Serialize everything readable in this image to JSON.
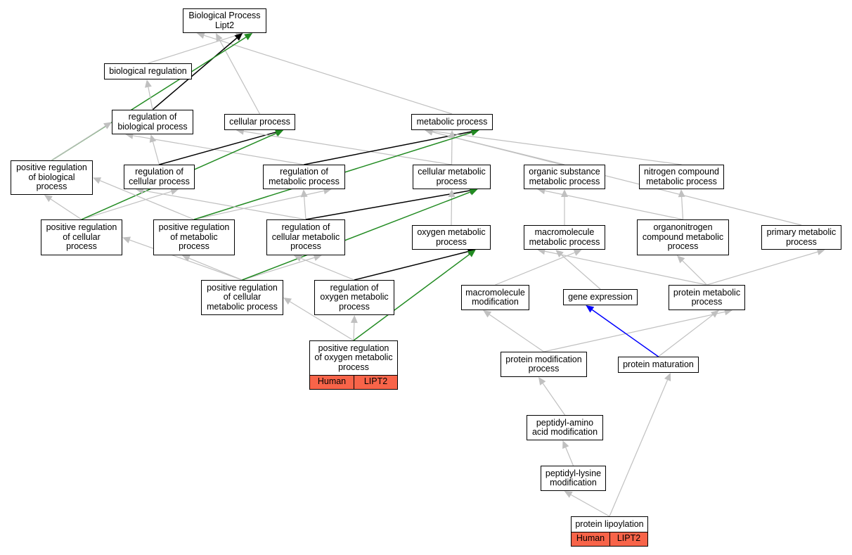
{
  "nodes": {
    "bp": {
      "label": "Biological Process\nLipt2"
    },
    "bioreg": {
      "label": "biological regulation"
    },
    "regbp": {
      "label": "regulation of\nbiological process"
    },
    "cellproc": {
      "label": "cellular process"
    },
    "metproc": {
      "label": "metabolic process"
    },
    "posregbp": {
      "label": "positive regulation\nof biological\nprocess"
    },
    "regcp": {
      "label": "regulation of\ncellular process"
    },
    "regmp": {
      "label": "regulation of\nmetabolic process"
    },
    "cellmp": {
      "label": "cellular metabolic\nprocess"
    },
    "orgsub": {
      "label": "organic substance\nmetabolic process"
    },
    "nitro": {
      "label": "nitrogen compound\nmetabolic process"
    },
    "posregcp": {
      "label": "positive regulation\nof cellular\nprocess"
    },
    "posregmp": {
      "label": "positive regulation\nof metabolic\nprocess"
    },
    "regcmp": {
      "label": "regulation of\ncellular metabolic\nprocess"
    },
    "oxymp": {
      "label": "oxygen metabolic\nprocess"
    },
    "macromp": {
      "label": "macromolecule\nmetabolic process"
    },
    "orgnitro": {
      "label": "organonitrogen\ncompound metabolic\nprocess"
    },
    "primary": {
      "label": "primary metabolic\nprocess"
    },
    "posregcmp": {
      "label": "positive regulation\nof cellular\nmetabolic process"
    },
    "regoxy": {
      "label": "regulation of\noxygen metabolic\nprocess"
    },
    "macromod": {
      "label": "macromolecule\nmodification"
    },
    "geneexp": {
      "label": "gene expression"
    },
    "protmet": {
      "label": "protein metabolic\nprocess"
    },
    "posregoxy": {
      "label": "positive regulation\nof oxygen metabolic\nprocess"
    },
    "protmod": {
      "label": "protein modification\nprocess"
    },
    "protmat": {
      "label": "protein maturation"
    },
    "peptamino": {
      "label": "peptidyl-amino\nacid modification"
    },
    "peptlys": {
      "label": "peptidyl-lysine\nmodification"
    },
    "protlip": {
      "label": "protein lipoylation"
    }
  },
  "annotations": {
    "posregoxy": {
      "species": "Human",
      "gene": "LIPT2"
    },
    "protlip": {
      "species": "Human",
      "gene": "LIPT2"
    }
  },
  "edge_colors": {
    "is_a": "#c0c0c0",
    "regulates": "#000000",
    "positively_regulates": "#228b22",
    "part_of": "#0000ff",
    "annotation": "#f86449"
  },
  "edges": [
    {
      "from": "bioreg",
      "to": "bp",
      "type": "is_a"
    },
    {
      "from": "cellproc",
      "to": "bp",
      "type": "is_a"
    },
    {
      "from": "metproc",
      "to": "bp",
      "type": "is_a"
    },
    {
      "from": "regbp",
      "to": "bp",
      "type": "regulates"
    },
    {
      "from": "posregbp",
      "to": "bp",
      "type": "positively_regulates"
    },
    {
      "from": "regbp",
      "to": "bioreg",
      "type": "is_a"
    },
    {
      "from": "posregbp",
      "to": "regbp",
      "type": "is_a"
    },
    {
      "from": "regcp",
      "to": "regbp",
      "type": "is_a"
    },
    {
      "from": "regmp",
      "to": "regbp",
      "type": "is_a"
    },
    {
      "from": "regcp",
      "to": "cellproc",
      "type": "regulates"
    },
    {
      "from": "cellmp",
      "to": "cellproc",
      "type": "is_a"
    },
    {
      "from": "regmp",
      "to": "metproc",
      "type": "regulates"
    },
    {
      "from": "cellmp",
      "to": "metproc",
      "type": "is_a"
    },
    {
      "from": "orgsub",
      "to": "metproc",
      "type": "is_a"
    },
    {
      "from": "nitro",
      "to": "metproc",
      "type": "is_a"
    },
    {
      "from": "primary",
      "to": "metproc",
      "type": "is_a"
    },
    {
      "from": "posregcp",
      "to": "posregbp",
      "type": "is_a"
    },
    {
      "from": "posregcp",
      "to": "regcp",
      "type": "is_a"
    },
    {
      "from": "posregcp",
      "to": "cellproc",
      "type": "positively_regulates"
    },
    {
      "from": "posregmp",
      "to": "posregbp",
      "type": "is_a"
    },
    {
      "from": "posregmp",
      "to": "regmp",
      "type": "is_a"
    },
    {
      "from": "posregmp",
      "to": "metproc",
      "type": "positively_regulates"
    },
    {
      "from": "regcmp",
      "to": "regcp",
      "type": "is_a"
    },
    {
      "from": "regcmp",
      "to": "regmp",
      "type": "is_a"
    },
    {
      "from": "regcmp",
      "to": "cellmp",
      "type": "regulates"
    },
    {
      "from": "oxymp",
      "to": "cellmp",
      "type": "is_a"
    },
    {
      "from": "macromp",
      "to": "orgsub",
      "type": "is_a"
    },
    {
      "from": "orgnitro",
      "to": "orgsub",
      "type": "is_a"
    },
    {
      "from": "orgnitro",
      "to": "nitro",
      "type": "is_a"
    },
    {
      "from": "posregcmp",
      "to": "posregcp",
      "type": "is_a"
    },
    {
      "from": "posregcmp",
      "to": "posregmp",
      "type": "is_a"
    },
    {
      "from": "posregcmp",
      "to": "regcmp",
      "type": "is_a"
    },
    {
      "from": "posregcmp",
      "to": "cellmp",
      "type": "positively_regulates"
    },
    {
      "from": "regoxy",
      "to": "regcmp",
      "type": "is_a"
    },
    {
      "from": "regoxy",
      "to": "oxymp",
      "type": "regulates"
    },
    {
      "from": "macromod",
      "to": "macromp",
      "type": "is_a"
    },
    {
      "from": "geneexp",
      "to": "macromp",
      "type": "is_a"
    },
    {
      "from": "protmet",
      "to": "macromp",
      "type": "is_a"
    },
    {
      "from": "protmet",
      "to": "orgnitro",
      "type": "is_a"
    },
    {
      "from": "protmet",
      "to": "primary",
      "type": "is_a"
    },
    {
      "from": "posregoxy",
      "to": "posregcmp",
      "type": "is_a"
    },
    {
      "from": "posregoxy",
      "to": "regoxy",
      "type": "is_a"
    },
    {
      "from": "posregoxy",
      "to": "oxymp",
      "type": "positively_regulates"
    },
    {
      "from": "protmod",
      "to": "macromod",
      "type": "is_a"
    },
    {
      "from": "protmod",
      "to": "protmet",
      "type": "is_a"
    },
    {
      "from": "protmat",
      "to": "protmet",
      "type": "is_a"
    },
    {
      "from": "protmat",
      "to": "geneexp",
      "type": "part_of"
    },
    {
      "from": "peptamino",
      "to": "protmod",
      "type": "is_a"
    },
    {
      "from": "peptlys",
      "to": "peptamino",
      "type": "is_a"
    },
    {
      "from": "protlip",
      "to": "peptlys",
      "type": "is_a"
    },
    {
      "from": "protlip",
      "to": "protmat",
      "type": "is_a"
    }
  ]
}
